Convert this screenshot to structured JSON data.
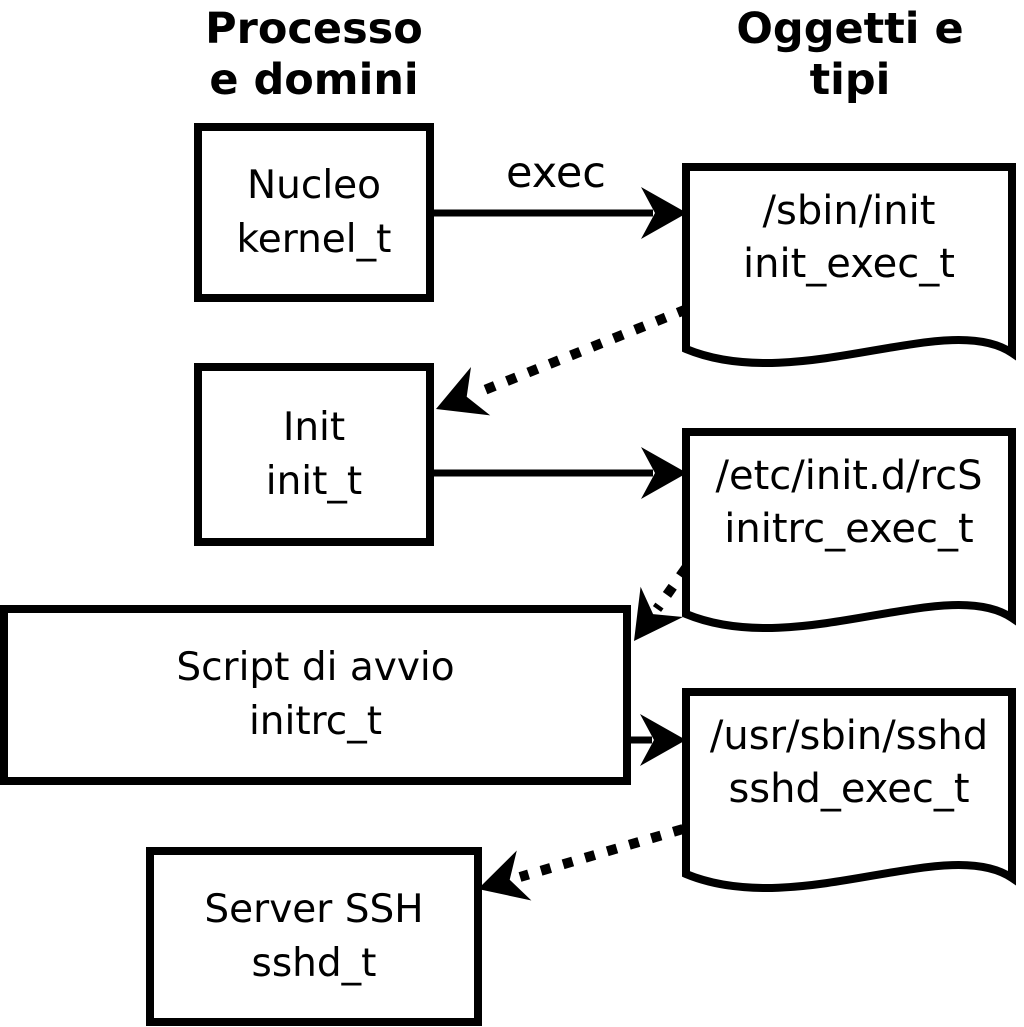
{
  "headers": {
    "left": "Processo\ne domini",
    "right": "Oggetti e\ntipi"
  },
  "arrow_label": "exec",
  "processes": [
    {
      "name": "Nucleo",
      "type": "kernel_t"
    },
    {
      "name": "Init",
      "type": "init_t"
    },
    {
      "name": "Script di avvio",
      "type": "initrc_t"
    },
    {
      "name": "Server SSH",
      "type": "sshd_t"
    }
  ],
  "objects": [
    {
      "path": "/sbin/init",
      "type": "init_exec_t"
    },
    {
      "path": "/etc/init.d/rcS",
      "type": "initrc_exec_t"
    },
    {
      "path": "/usr/sbin/sshd",
      "type": "sshd_exec_t"
    }
  ],
  "colors": {
    "stroke": "#000000",
    "background": "#ffffff",
    "shape_fill": "#ffffff"
  }
}
